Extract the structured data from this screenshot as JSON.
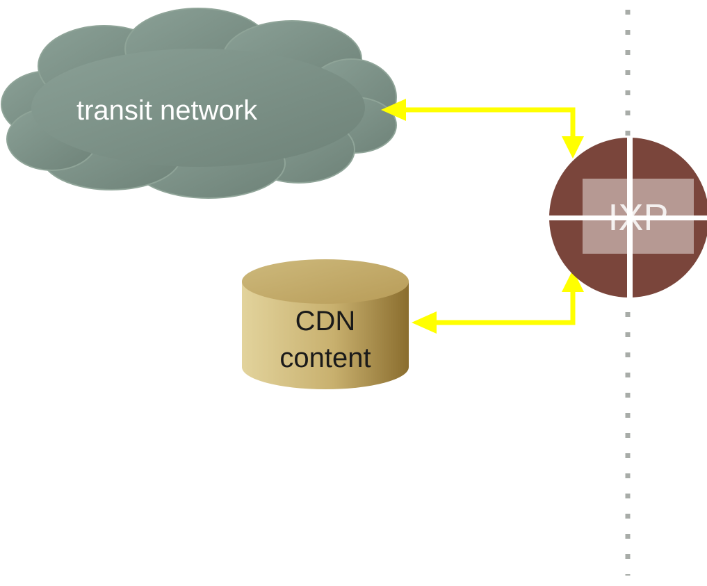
{
  "diagram": {
    "transit_network_label": "transit network",
    "cdn_label_line1": "CDN",
    "cdn_label_line2": "content",
    "ixp_label": "IXP",
    "colors": {
      "cloud": "#788c80",
      "cdn_light": "#d8c58c",
      "cdn_dark": "#8a6d2e",
      "ixp": "#7a453b",
      "arrow": "#ffff00",
      "divider": "#a8aca8"
    }
  }
}
